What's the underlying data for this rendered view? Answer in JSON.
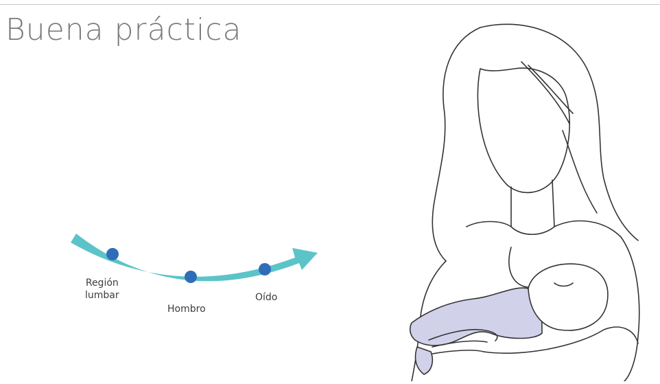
{
  "slide": {
    "title": "Buena práctica"
  },
  "diagram": {
    "arrow_color": "#5cc4c8",
    "point_color": "#2f6db8",
    "points": [
      {
        "label_line1": "Región",
        "label_line2": "lumbar"
      },
      {
        "label": "Hombro"
      },
      {
        "label": "Oído"
      }
    ]
  },
  "illustration": {
    "subject": "mother-breastfeeding-baby",
    "line_color": "#333333",
    "baby_fill": "#d2d1ea"
  }
}
